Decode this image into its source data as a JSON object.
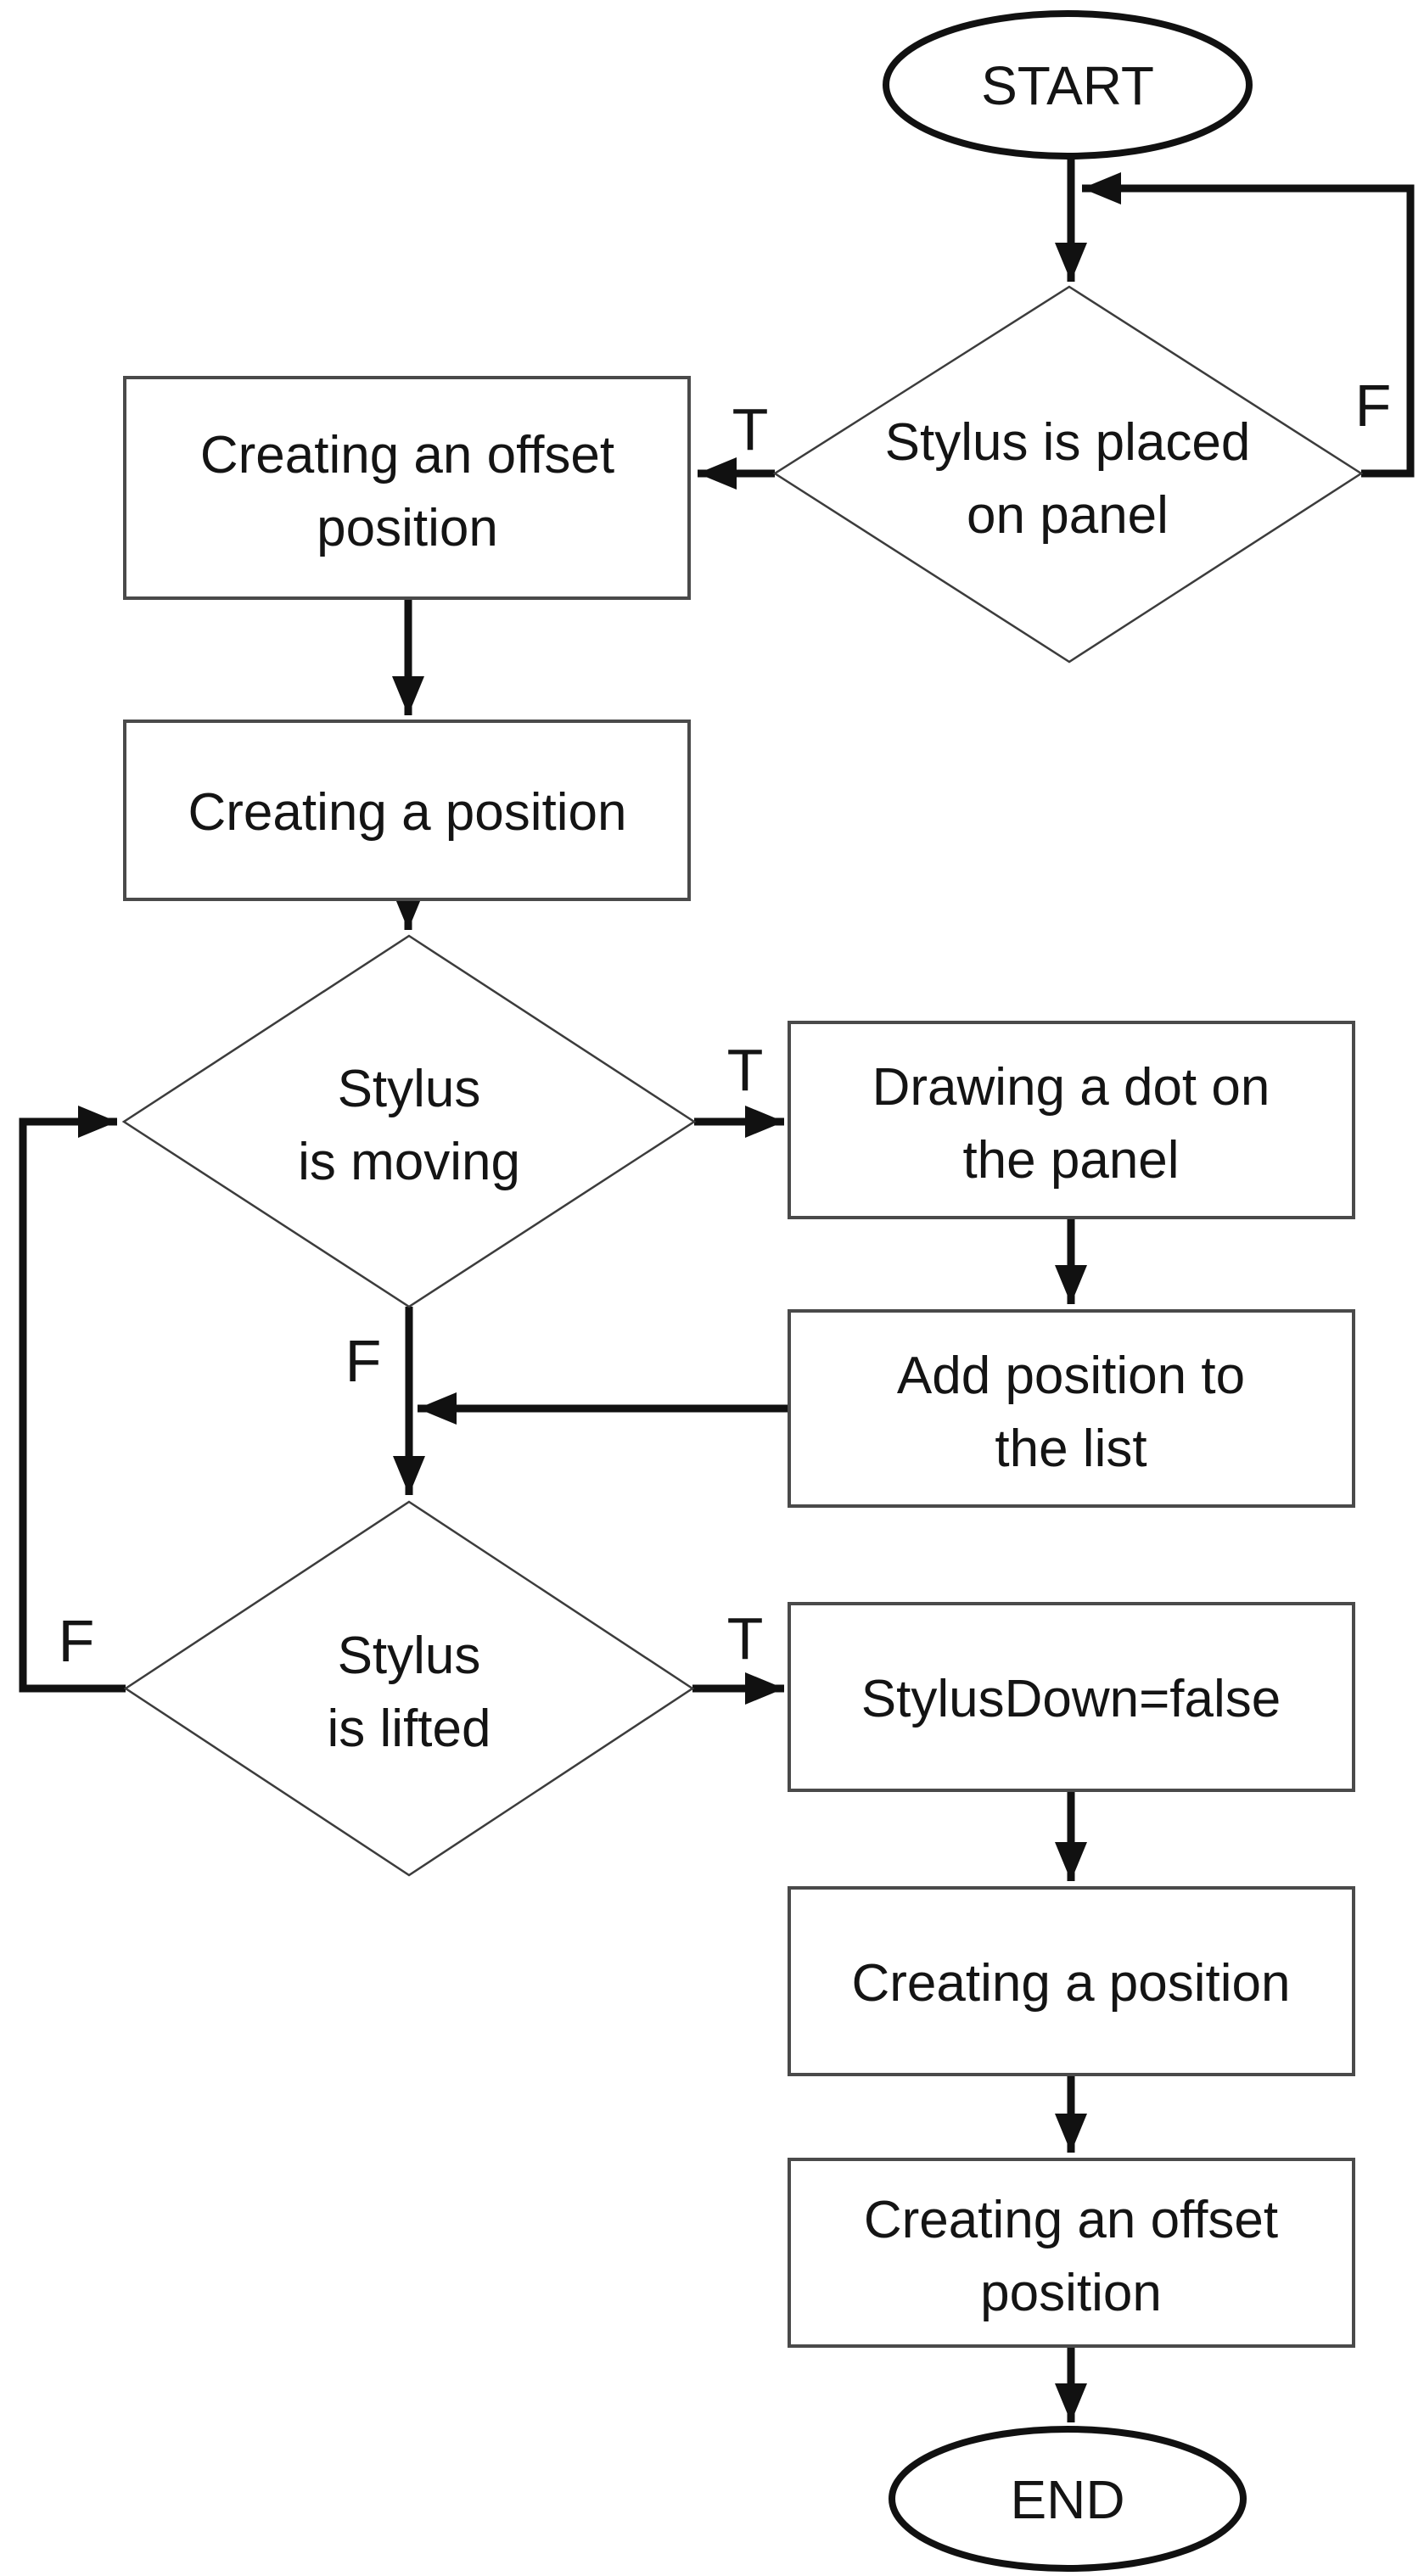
{
  "flowchart": {
    "colors": {
      "line": "#111111",
      "background": "#ffffff"
    },
    "nodes": {
      "start": {
        "type": "terminator",
        "label": "START"
      },
      "stylus_placed": {
        "type": "decision",
        "line1": "Stylus is placed",
        "line2": "on panel"
      },
      "creating_offset_1": {
        "type": "process",
        "line1": "Creating an offset",
        "line2": "position"
      },
      "creating_position_1": {
        "type": "process",
        "label": "Creating a position"
      },
      "stylus_moving": {
        "type": "decision",
        "line1": "Stylus",
        "line2": "is moving"
      },
      "drawing_dot": {
        "type": "process",
        "line1": "Drawing a dot on",
        "line2": "the panel"
      },
      "add_position": {
        "type": "process",
        "line1": "Add position to",
        "line2": "the list"
      },
      "stylus_lifted": {
        "type": "decision",
        "line1": "Stylus",
        "line2": "is lifted"
      },
      "stylusdown_false": {
        "type": "process",
        "label": "StylusDown=false"
      },
      "creating_position_2": {
        "type": "process",
        "label": "Creating a position"
      },
      "creating_offset_2": {
        "type": "process",
        "line1": "Creating an offset",
        "line2": "position"
      },
      "end": {
        "type": "terminator",
        "label": "END"
      }
    },
    "branch_labels": {
      "placed_true": "T",
      "placed_false": "F",
      "moving_true": "T",
      "moving_false": "F",
      "lifted_true": "T",
      "lifted_false": "F"
    }
  }
}
